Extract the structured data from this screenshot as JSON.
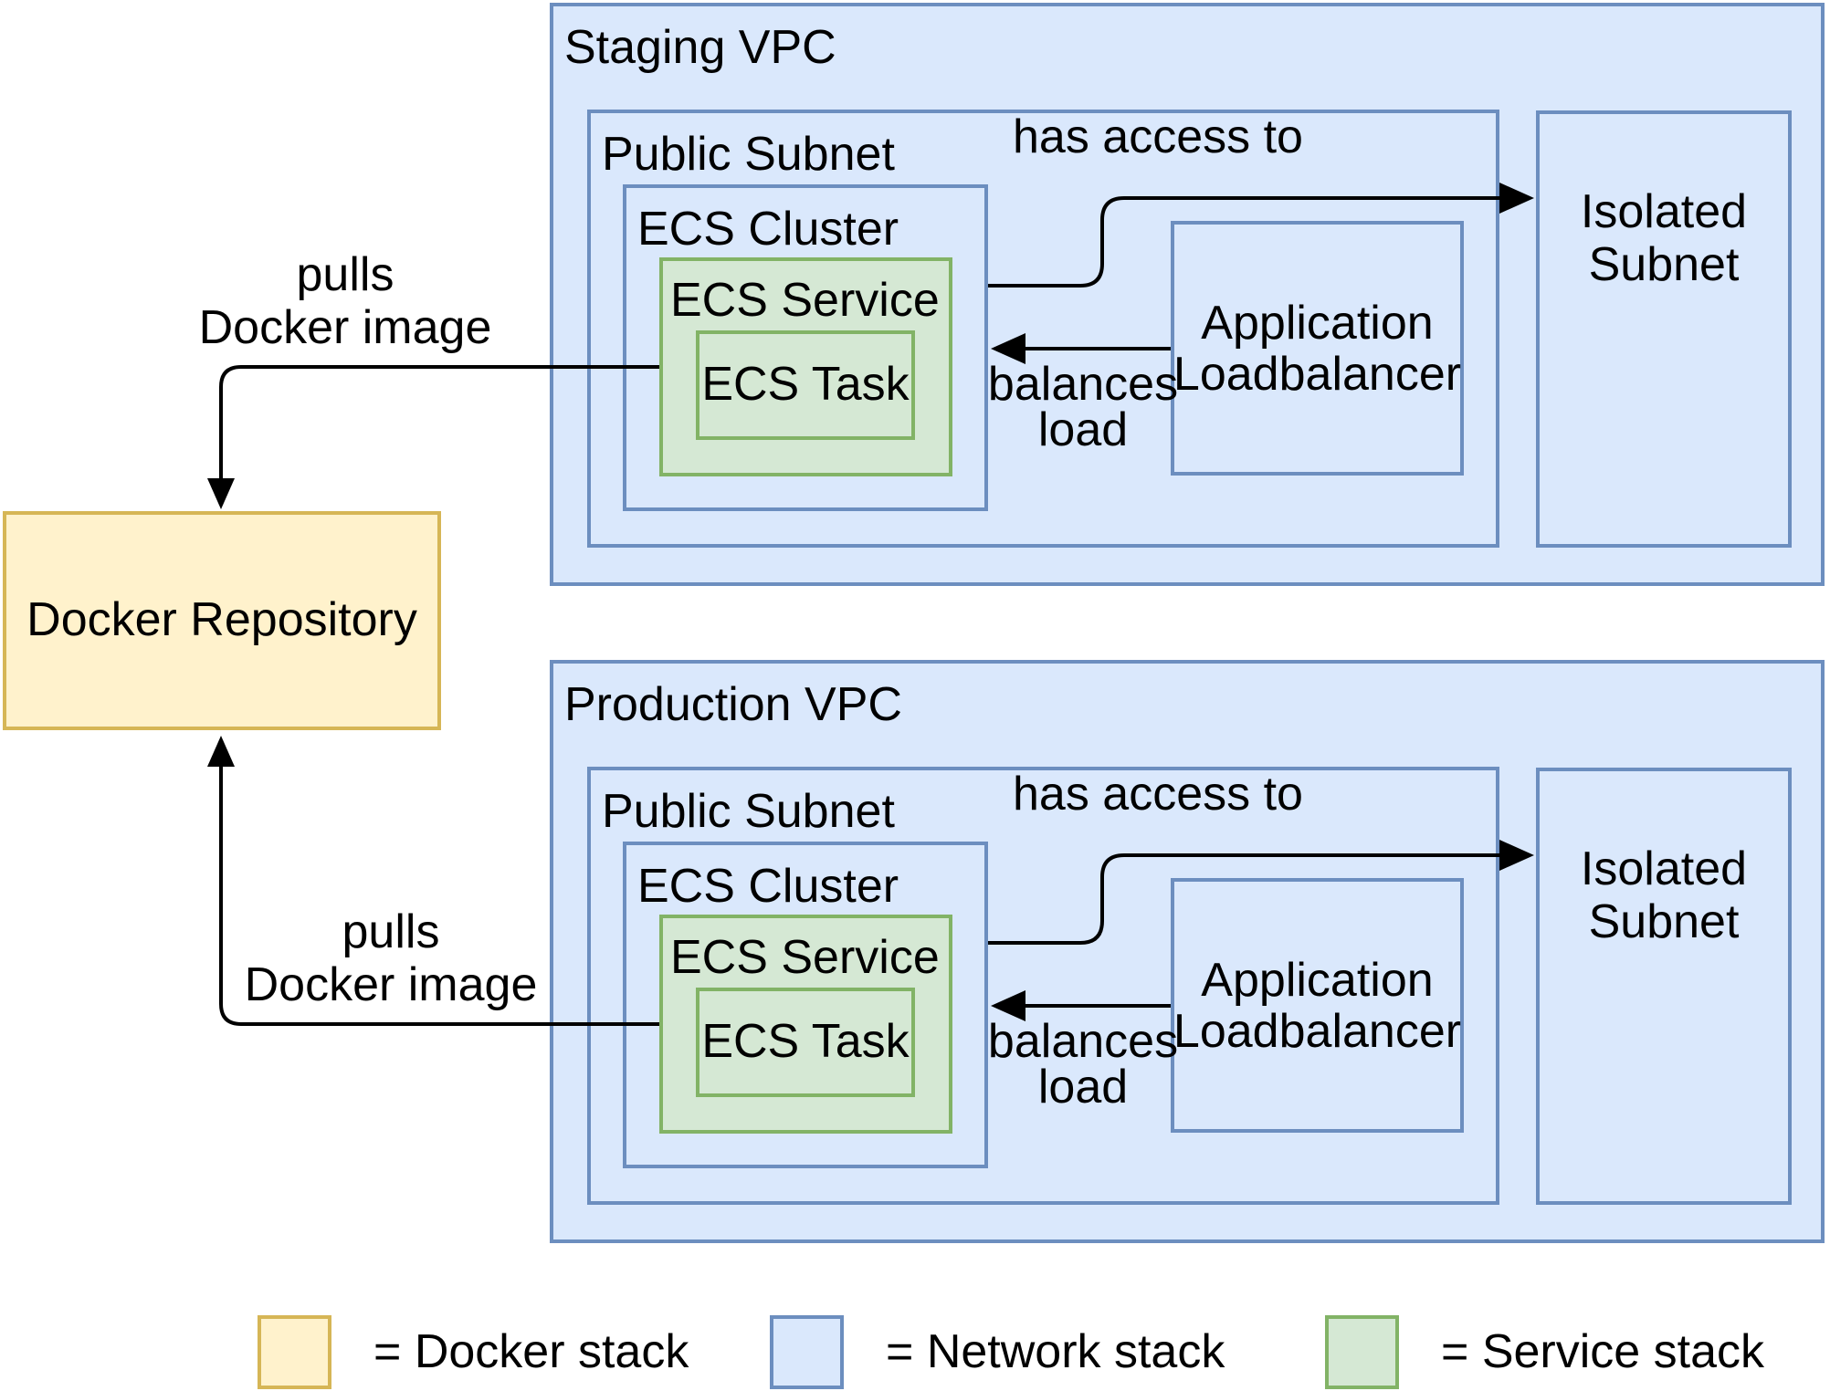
{
  "diagram": {
    "docker_repository": {
      "label": "Docker Repository"
    },
    "staging": {
      "vpc_label": "Staging VPC",
      "public_subnet_label": "Public Subnet",
      "ecs_cluster_label": "ECS Cluster",
      "ecs_service_label": "ECS Service",
      "ecs_task_label": "ECS Task",
      "loadbalancer_label": "Application\nLoadbalancer",
      "isolated_subnet_label": "Isolated\nSubnet",
      "edge_pulls_label": "pulls\nDocker image",
      "edge_has_access_label": "has access to",
      "edge_balances_label": "balances\nload"
    },
    "production": {
      "vpc_label": "Production VPC",
      "public_subnet_label": "Public Subnet",
      "ecs_cluster_label": "ECS Cluster",
      "ecs_service_label": "ECS Service",
      "ecs_task_label": "ECS Task",
      "loadbalancer_label": "Application\nLoadbalancer",
      "isolated_subnet_label": "Isolated\nSubnet",
      "edge_pulls_label": "pulls\nDocker image",
      "edge_has_access_label": "has access to",
      "edge_balances_label": "balances\nload"
    },
    "legend": {
      "items": [
        {
          "label": "= Docker stack",
          "fill": "#FFF2CC",
          "stroke": "#D6B656"
        },
        {
          "label": "= Network stack",
          "fill": "#DAE8FC",
          "stroke": "#6C8EBF"
        },
        {
          "label": "= Service stack",
          "fill": "#D5E8D4",
          "stroke": "#82B366"
        }
      ]
    },
    "colors": {
      "network_fill": "#DAE8FC",
      "network_stroke": "#6C8EBF",
      "service_fill": "#D5E8D4",
      "service_stroke": "#82B366",
      "docker_fill": "#FFF2CC",
      "docker_stroke": "#D6B656",
      "arrow": "#000000"
    }
  }
}
